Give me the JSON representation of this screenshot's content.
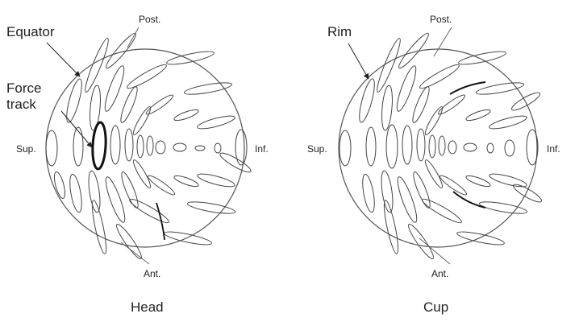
{
  "colors": {
    "background": "#ffffff",
    "outline": "#555555",
    "strong": "#111111",
    "text": "#222222"
  },
  "panels": [
    {
      "caption": "Head",
      "directions": {
        "top": "Post.",
        "bottom": "Ant.",
        "left": "Sup.",
        "right": "Inf."
      },
      "callouts": {
        "outline": "Equator",
        "highlight": "Force track"
      }
    },
    {
      "caption": "Cup",
      "directions": {
        "top": "Post.",
        "bottom": "Ant.",
        "left": "Sup.",
        "right": "Inf."
      },
      "callouts": {
        "outline": "Rim"
      }
    }
  ]
}
